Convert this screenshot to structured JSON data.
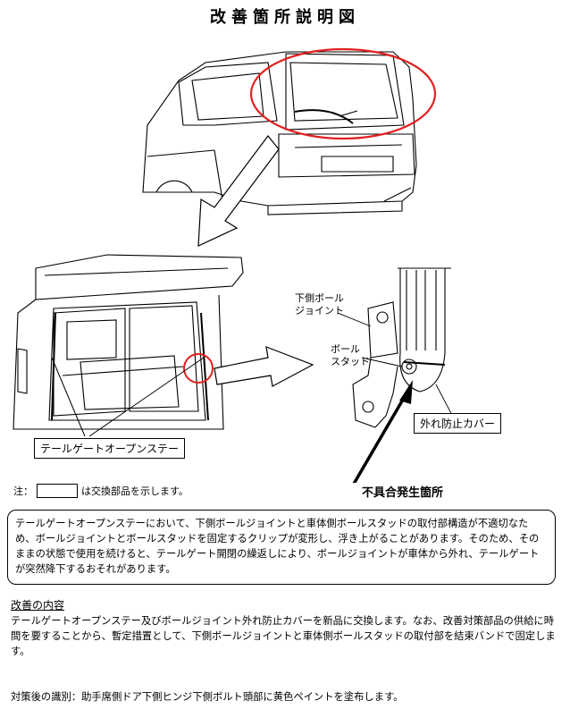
{
  "title": "改善箇所説明図",
  "labels": {
    "lower_ball_joint": "下側ボール\nジョイント",
    "ball_stud": "ボール\nスタッド",
    "detach_cover": "外れ防止カバー",
    "tailgate_stay": "テールゲートオープンステー"
  },
  "note": {
    "prefix": "注：",
    "suffix": "は交換部品を示します。"
  },
  "defect_location": "不具合発生箇所",
  "description": "テールゲートオープンステーにおいて、下側ボールジョイントと車体側ボールスタッドの取付部構造が不適切なため、ボールジョイントとボールスタッドを固定するクリップが変形し、浮き上がることがあります。そのため、そのままの状態で使用を続けると、テールゲート開閉の繰返しにより、ボールジョイントが車体から外れ、テールゲートが突然降下するおそれがあります。",
  "improvement": {
    "heading": "改善の内容",
    "body": "テールゲートオープンステー及びボールジョイント外れ防止カバーを新品に交換します。なお、改善対策部品の供給に時間を要することから、暫定措置として、下側ボールジョイントと車体側ボールスタッドの取付部を結束バンドで固定します。"
  },
  "identification": "対策後の識別：助手席側ドア下側ヒンジ下側ボルト頭部に黄色ペイントを塗布します。",
  "colors": {
    "highlight_circle": "#e0201f",
    "line": "#000000"
  }
}
